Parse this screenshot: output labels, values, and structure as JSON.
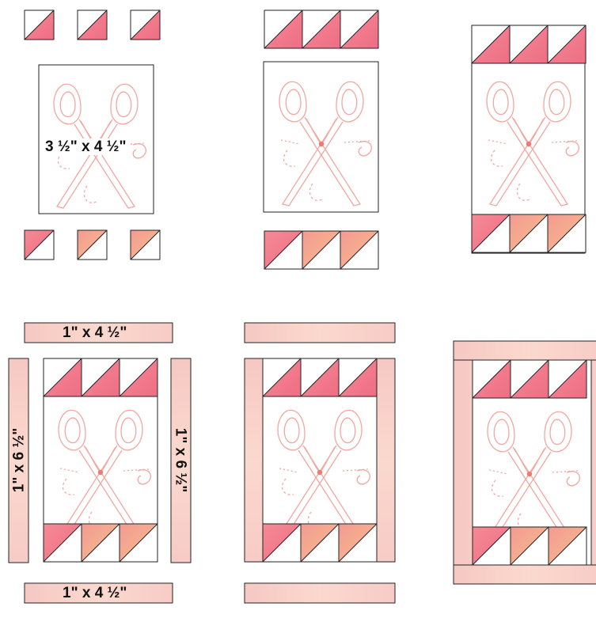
{
  "labels": {
    "center_block": "3 ½\" x 4 ½\"",
    "top_strip": "1\" x 4 ½\"",
    "bottom_strip": "1\" x 4 ½\"",
    "left_strip": "1\" x 6 ½\"",
    "right_strip": "1\" x 6 ½\""
  },
  "colors": {
    "pink": "#f07a8c",
    "pink_light": "#f5a1a7",
    "peach": "#f7b38a",
    "strip": "#f9d2cc",
    "outline": "#222222",
    "sketch": "#f2a7a0"
  },
  "icons": [
    "scissors-sketch-icon",
    "half-square-triangle-icon"
  ]
}
